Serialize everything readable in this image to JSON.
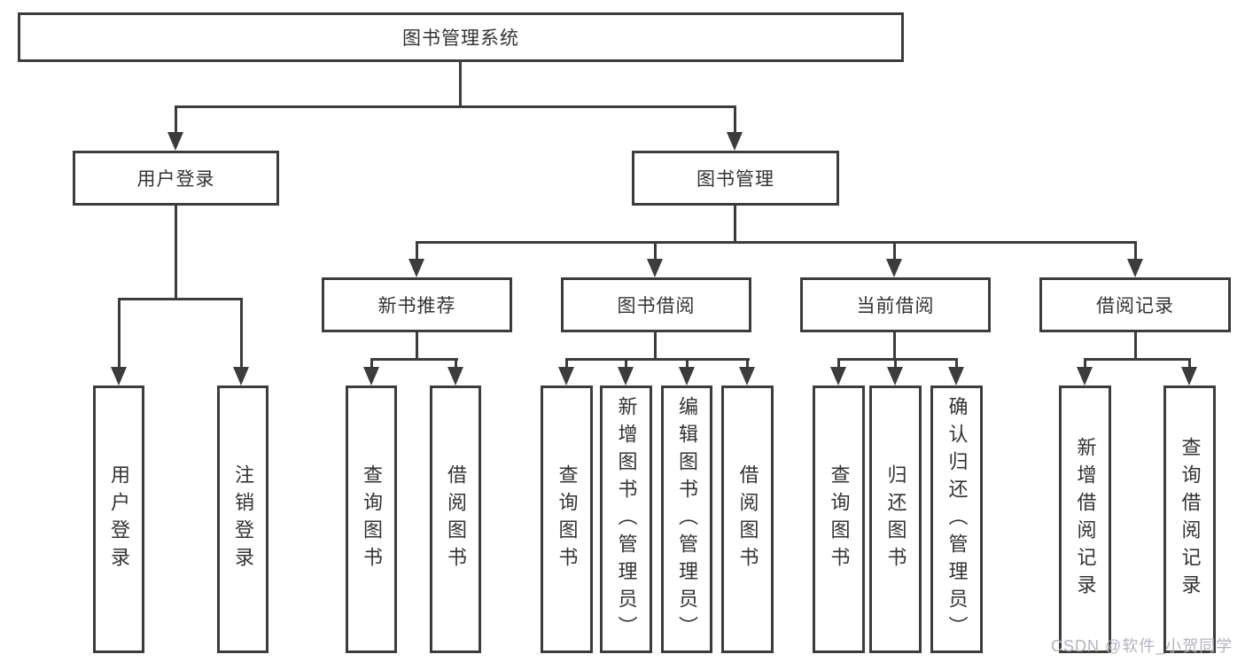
{
  "diagram": {
    "root": {
      "label": "图书管理系统"
    },
    "groups": [
      {
        "label": "用户登录",
        "children": [
          {
            "label": "用户登录"
          },
          {
            "label": "注销登录"
          }
        ]
      },
      {
        "label": "图书管理",
        "sections": [
          {
            "label": "新书推荐",
            "children": [
              {
                "label": "查询图书"
              },
              {
                "label": "借阅图书"
              }
            ]
          },
          {
            "label": "图书借阅",
            "children": [
              {
                "label": "查询图书"
              },
              {
                "label": "新增图书（管理员）"
              },
              {
                "label": "编辑图书（管理员）"
              },
              {
                "label": "借阅图书"
              }
            ]
          },
          {
            "label": "当前借阅",
            "children": [
              {
                "label": "查询图书"
              },
              {
                "label": "归还图书"
              },
              {
                "label": "确认归还（管理员）"
              }
            ]
          },
          {
            "label": "借阅记录",
            "children": [
              {
                "label": "新增借阅记录"
              },
              {
                "label": "查询借阅记录"
              }
            ]
          }
        ]
      }
    ]
  },
  "watermark": {
    "text": "CSDN @软件_小贺同学"
  },
  "colors": {
    "line": "#3c3c3c",
    "text": "#333333",
    "box_background": "#ffffff",
    "watermark": "#b2b5ba",
    "page_background": "#ffffff"
  }
}
